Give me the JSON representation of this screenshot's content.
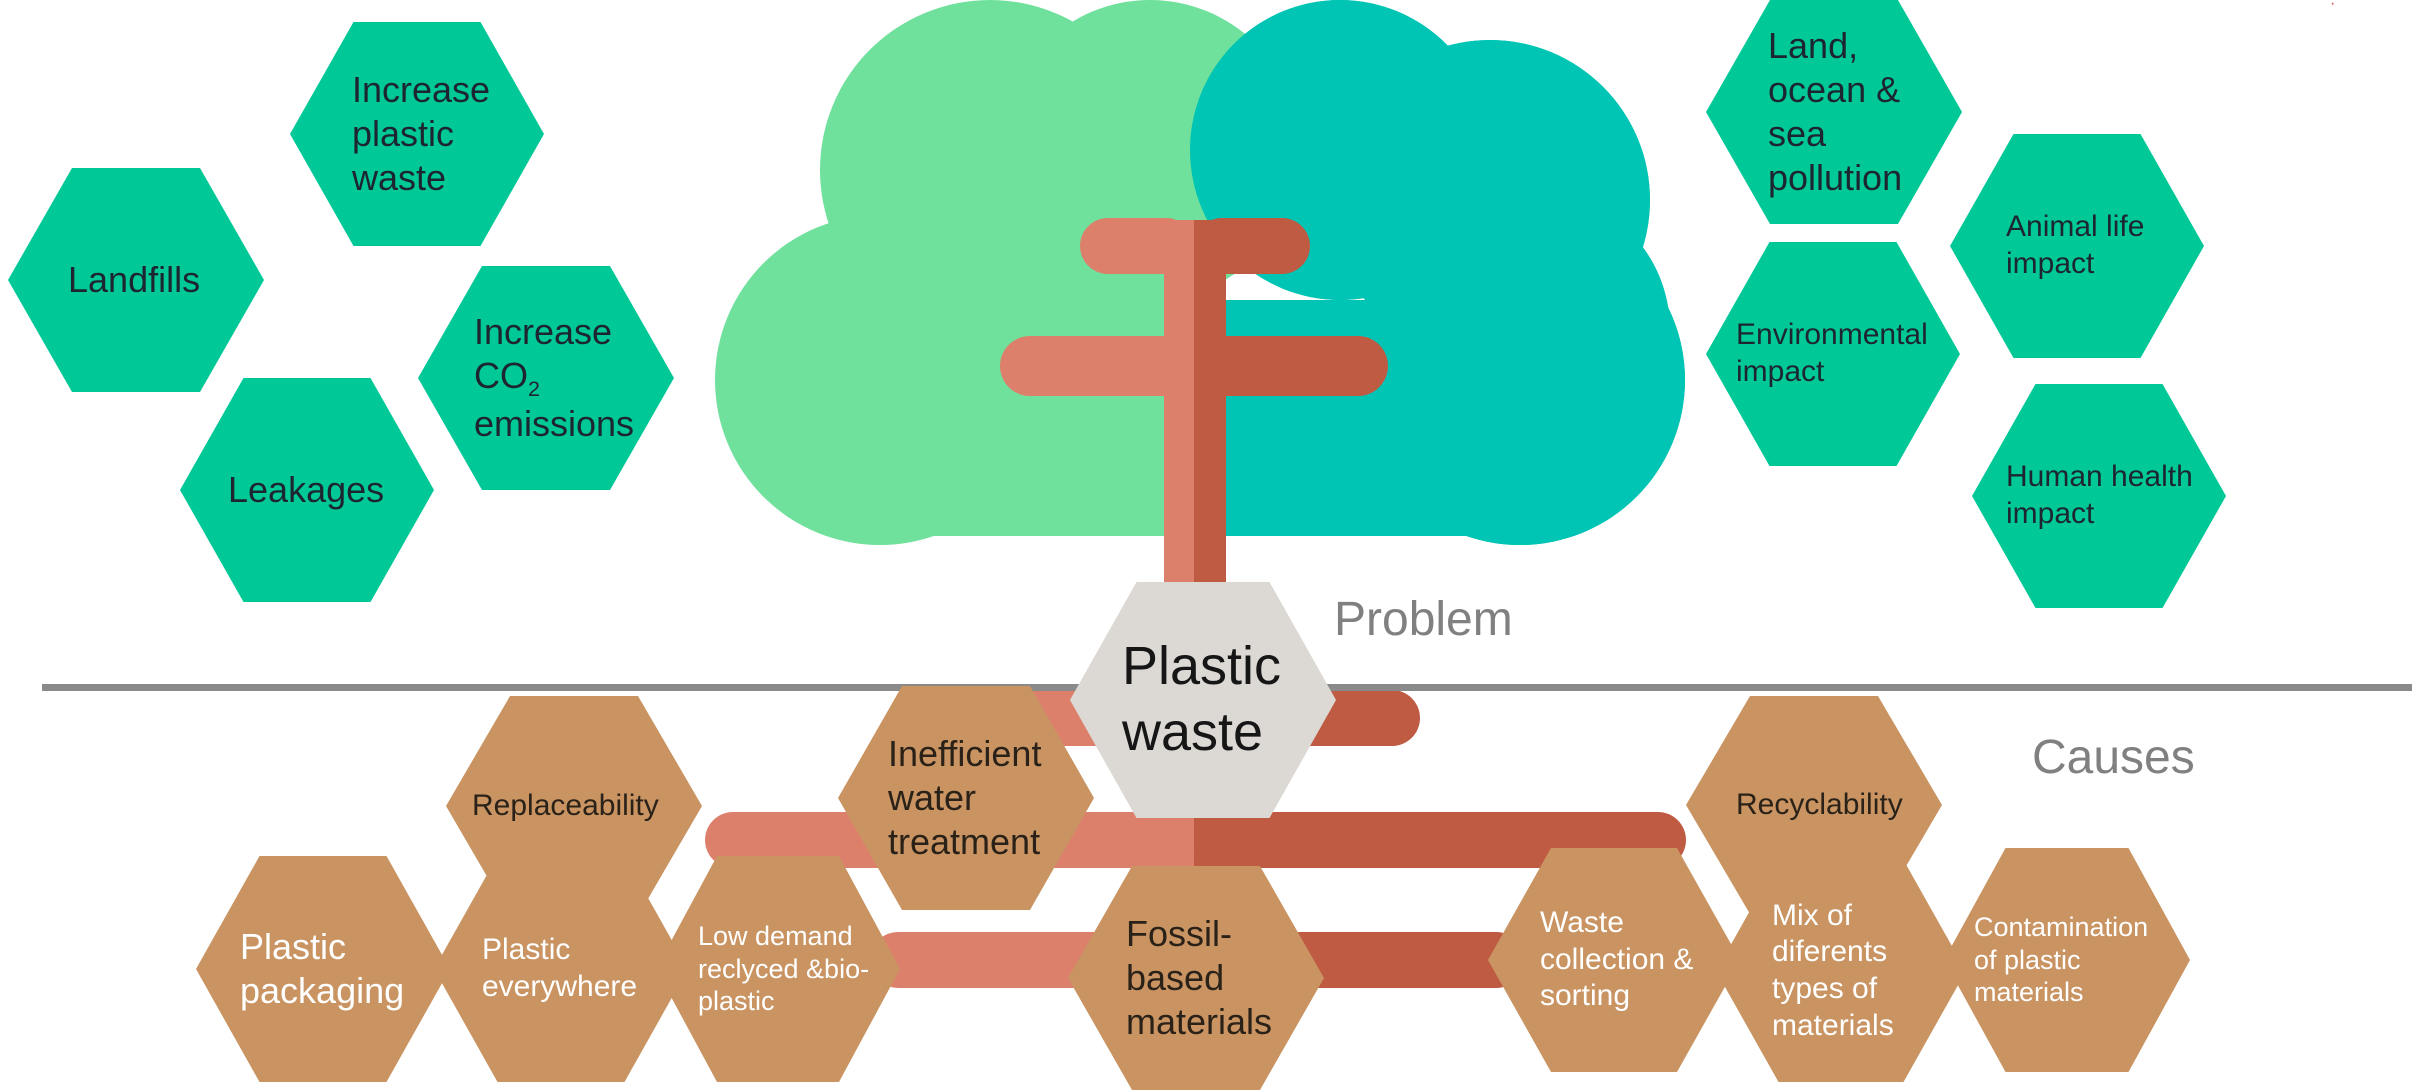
{
  "section_labels": {
    "problem": "Problem",
    "causes": "Causes"
  },
  "center": {
    "line1": "Plastic",
    "line2": "waste"
  },
  "problems_left": {
    "increase_plastic_waste": "Increase plastic waste",
    "landfills": "Landfills",
    "increase_co2": {
      "prefix": "Increase CO",
      "sub": "2",
      "suffix": "emissions"
    },
    "leakages": "Leakages"
  },
  "problems_right": {
    "land_ocean_sea": "Land, ocean & sea pollution",
    "animal_life": "Animal life impact",
    "environmental": "Environmental impact",
    "human_health": "Human health impact"
  },
  "causes": {
    "replaceability": "Replaceability",
    "inefficient_water": "Inefficient water treatment",
    "plastic_packaging": "Plastic packaging",
    "plastic_everywhere": "Plastic everywhere",
    "low_demand": "Low demand reclyced &bio-plastic",
    "fossil_based": "Fossil-based materials",
    "waste_collection": "Waste collection & sorting",
    "recyclability": "Recyclability",
    "mix_materials": "Mix of diferents types of materials",
    "contamination": "Contamination of plastic materials"
  },
  "colors": {
    "tree_left": "#6fe19c",
    "tree_right": "#00c5b4",
    "trunk_light": "#dc806c",
    "trunk_dark": "#bf5b43",
    "problem_hex": "#00c896",
    "cause_hex": "#c99462",
    "center_hex": "#dcd9d4",
    "divider": "#8a8a8a"
  }
}
